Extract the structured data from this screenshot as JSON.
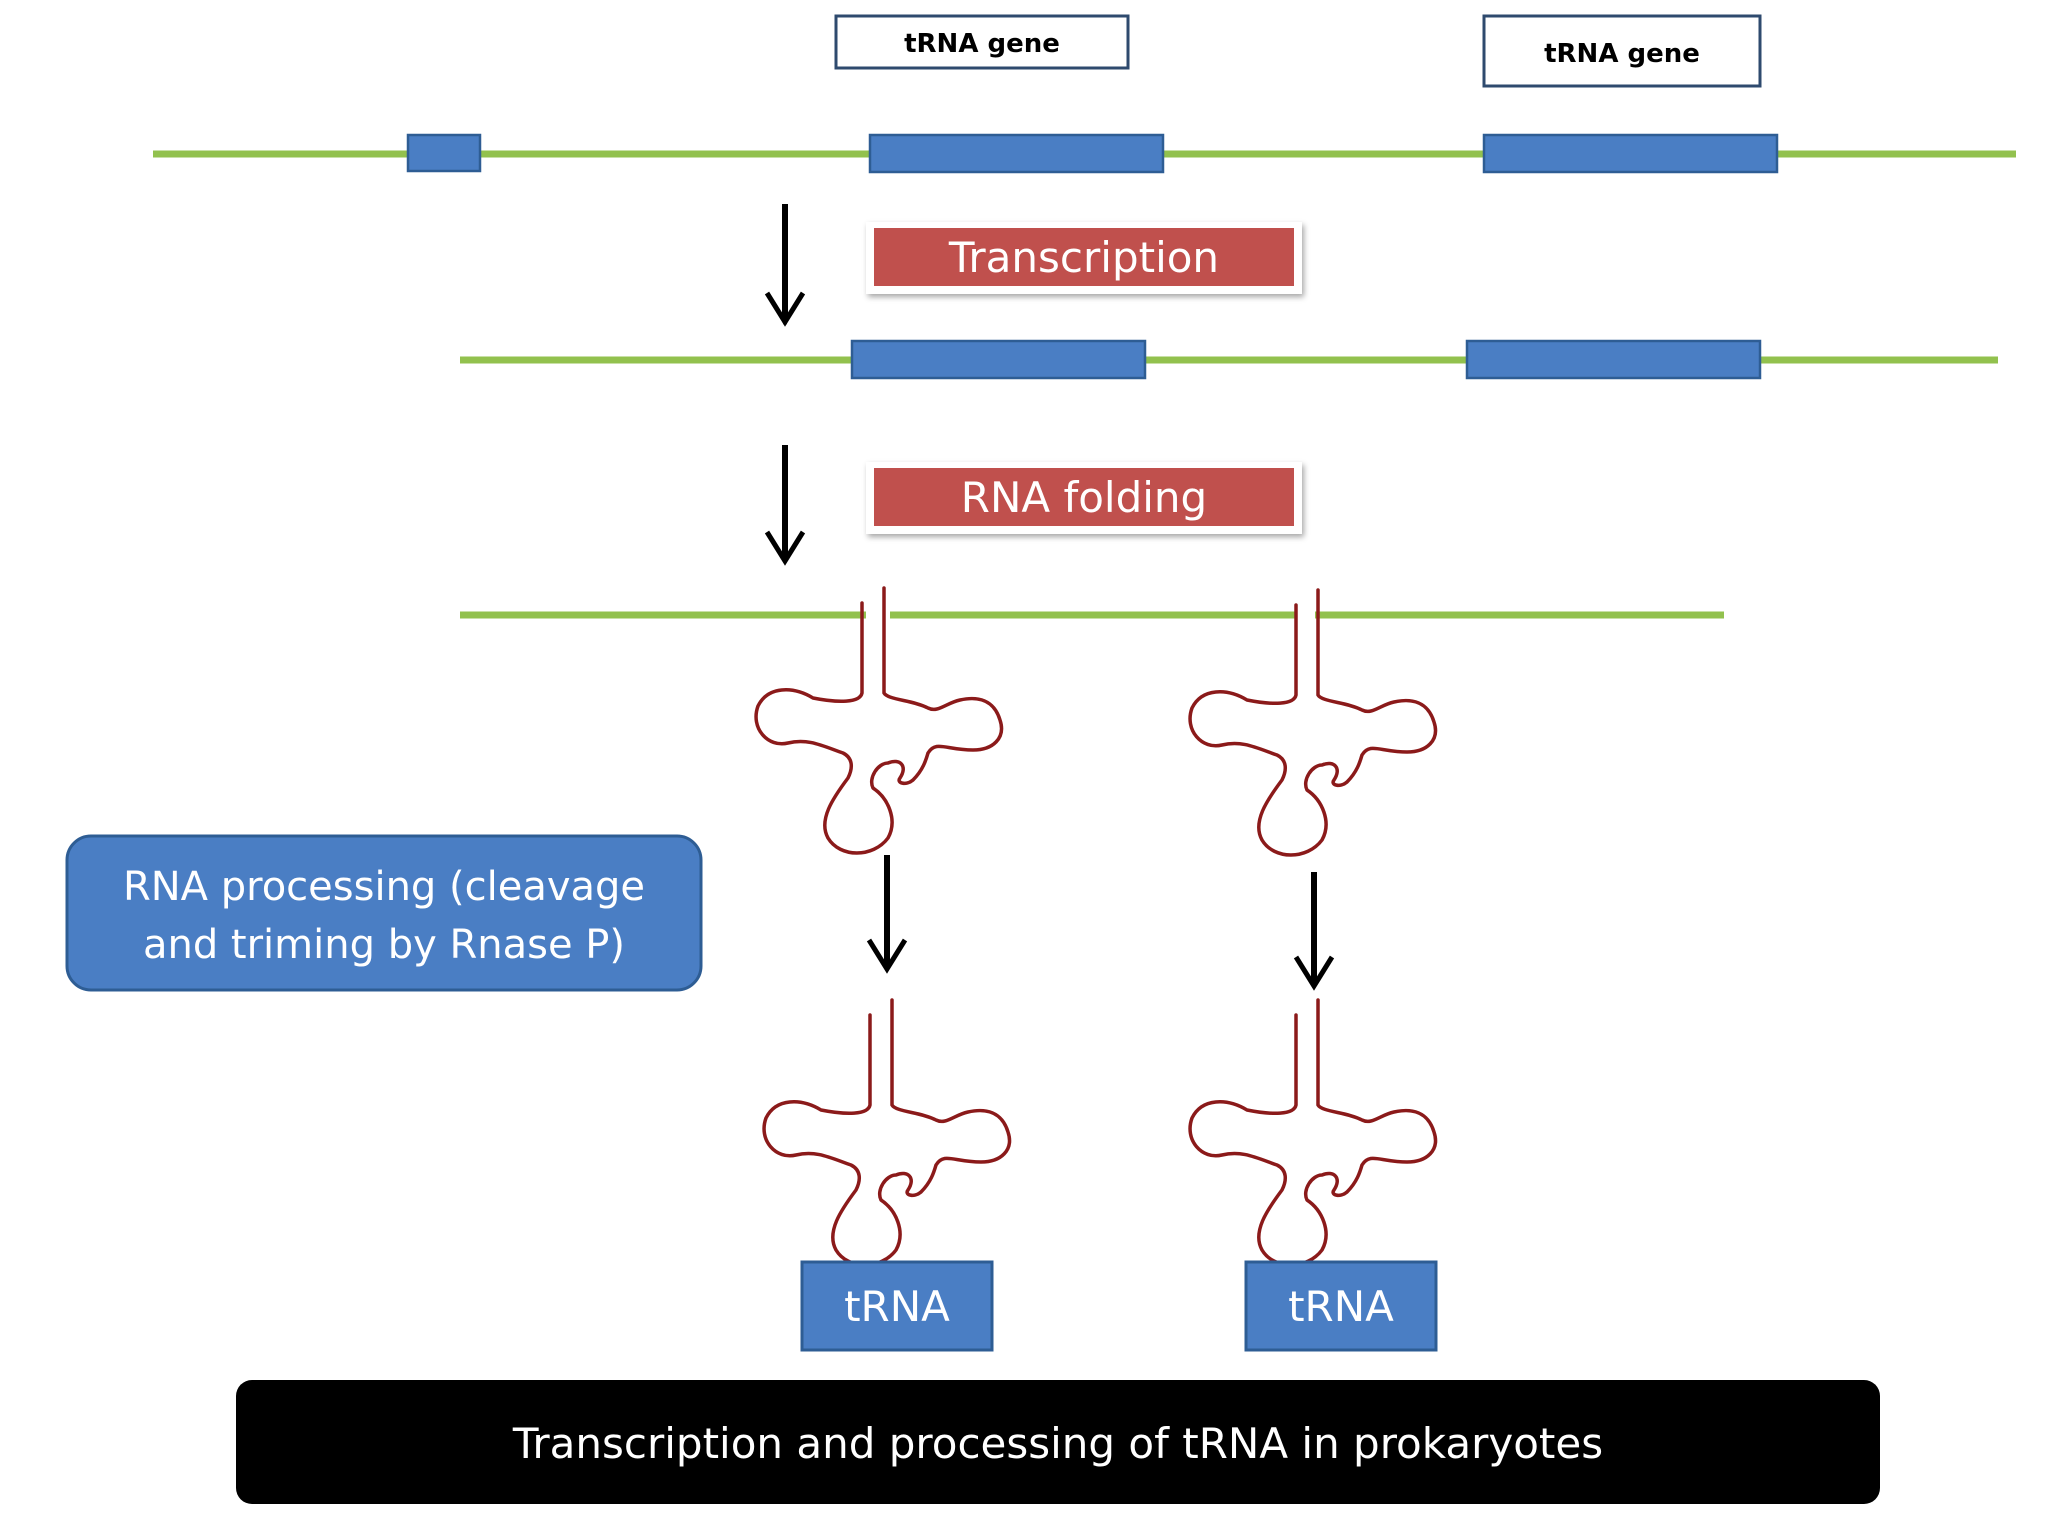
{
  "gene_labels": [
    "tRNA gene",
    "tRNA gene"
  ],
  "steps": {
    "transcription": "Transcription",
    "folding": "RNA folding",
    "processing_line1": "RNA processing (cleavage",
    "processing_line2": "and triming by Rnase P)"
  },
  "products": [
    "tRNA",
    "tRNA"
  ],
  "caption": "Transcription and processing of tRNA in prokaryotes",
  "colors": {
    "dna_strand": "#92c14e",
    "gene_block": "#4a7ec4",
    "gene_block_border": "#2e5d94",
    "step_red": "#c0504d",
    "trna_shape": "#8b1a1a",
    "caption_bg": "#000000",
    "caption_text": "#ffffff"
  }
}
